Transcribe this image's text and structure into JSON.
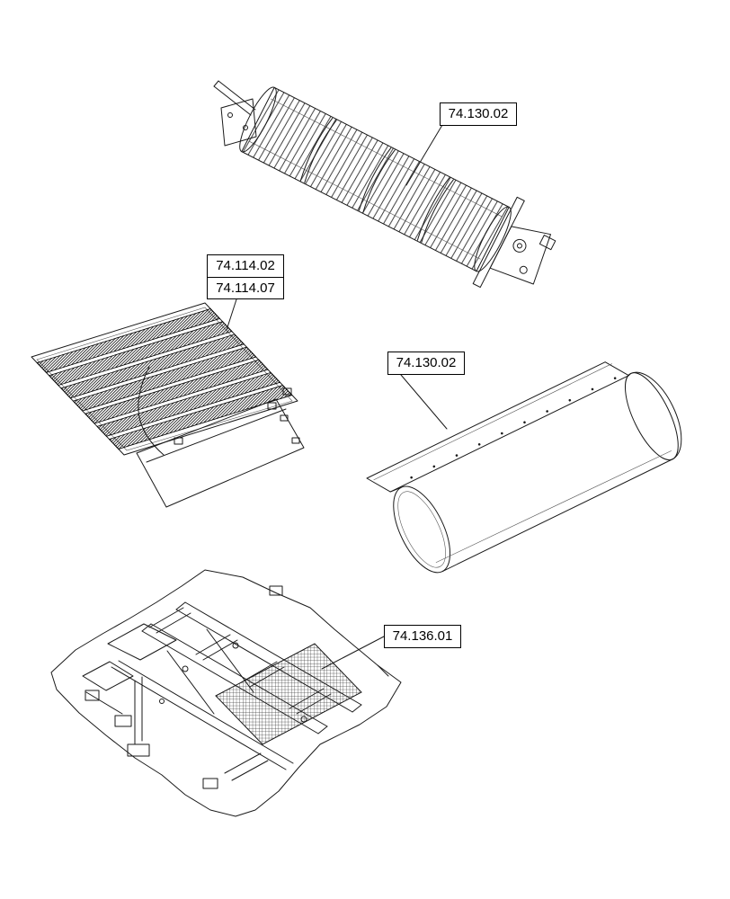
{
  "page": {
    "background_color": "#ffffff",
    "line_color": "#1a1a1a"
  },
  "callouts": {
    "blower": {
      "label": "74.130.02"
    },
    "grate_top": {
      "label": "74.114.02"
    },
    "grate_bottom": {
      "label": "74.114.07"
    },
    "housing": {
      "label": "74.130.02"
    },
    "chassis": {
      "label": "74.136.01"
    }
  }
}
